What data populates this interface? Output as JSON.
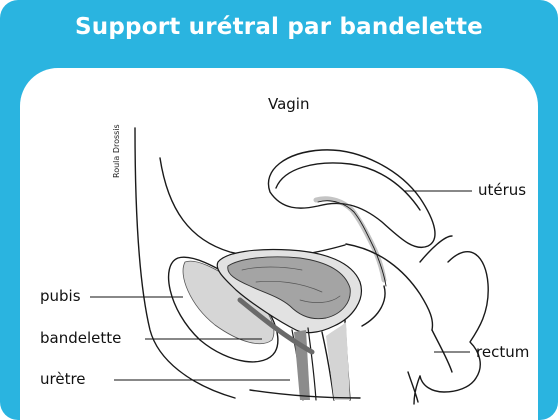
{
  "title": "Support urétral par bandelette",
  "credit": "Roula Drossis",
  "labels": {
    "top": "Vagin",
    "uterus": "utérus",
    "pubis": "pubis",
    "sling": "bandelette",
    "urethra": "urètre",
    "rectum": "rectum"
  },
  "colors": {
    "frame": "#2ab4e0",
    "tissue_light": "#d8d8d8",
    "tissue_dark": "#9a9a9a"
  }
}
